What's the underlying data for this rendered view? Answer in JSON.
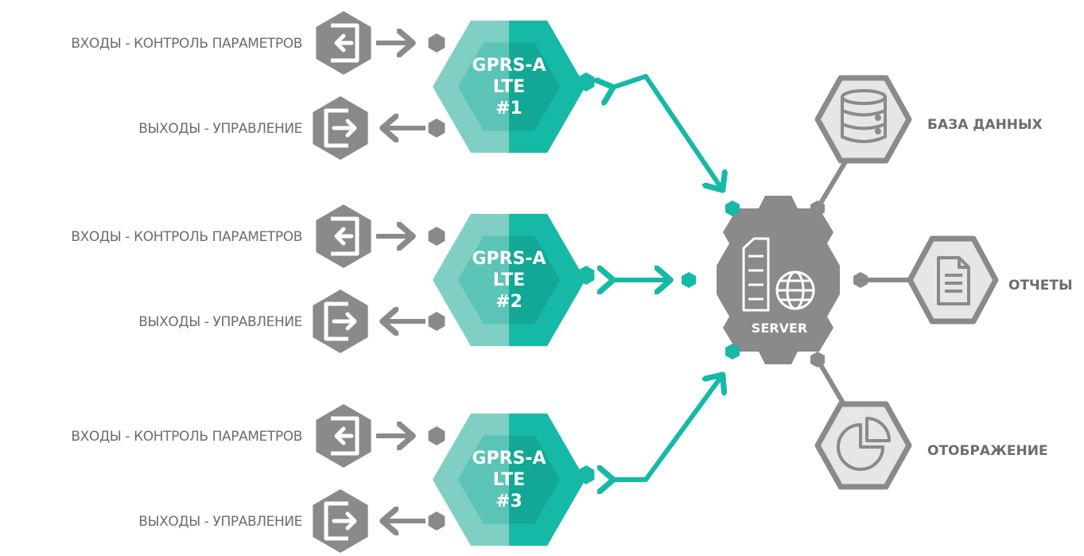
{
  "colors": {
    "teal": "#16b9a5",
    "teal_light": "#7fcfc4",
    "gray": "#8a8a8a",
    "gray_light": "#e6e6e6",
    "gray_outline": "#8a8a8a",
    "text": "#6d6d6d"
  },
  "devices": [
    {
      "line1": "GPRS-A",
      "line2": "LTE",
      "line3": "#1",
      "inputs_label": "ВХОДЫ - КОНТРОЛЬ ПАРАМЕТРОВ",
      "outputs_label": "ВЫХОДЫ - УПРАВЛЕНИЕ",
      "inputs_icon": "sign-in-icon",
      "outputs_icon": "sign-out-icon"
    },
    {
      "line1": "GPRS-A",
      "line2": "LTE",
      "line3": "#2",
      "inputs_label": "ВХОДЫ - КОНТРОЛЬ ПАРАМЕТРОВ",
      "outputs_label": "ВЫХОДЫ - УПРАВЛЕНИЕ",
      "inputs_icon": "sign-in-icon",
      "outputs_icon": "sign-out-icon"
    },
    {
      "line1": "GPRS-A",
      "line2": "LTE",
      "line3": "#3",
      "inputs_label": "ВХОДЫ - КОНТРОЛЬ ПАРАМЕТРОВ",
      "outputs_label": "ВЫХОДЫ - УПРАВЛЕНИЕ",
      "inputs_icon": "sign-in-icon",
      "outputs_icon": "sign-out-icon"
    }
  ],
  "server": {
    "label": "SERVER",
    "icon": "server-globe-icon"
  },
  "outputs": [
    {
      "label": "БАЗА ДАННЫХ",
      "icon": "database-icon"
    },
    {
      "label": "ОТЧЕТЫ",
      "icon": "document-icon"
    },
    {
      "label": "ОТОБРАЖЕНИЕ",
      "icon": "pie-chart-icon"
    }
  ]
}
